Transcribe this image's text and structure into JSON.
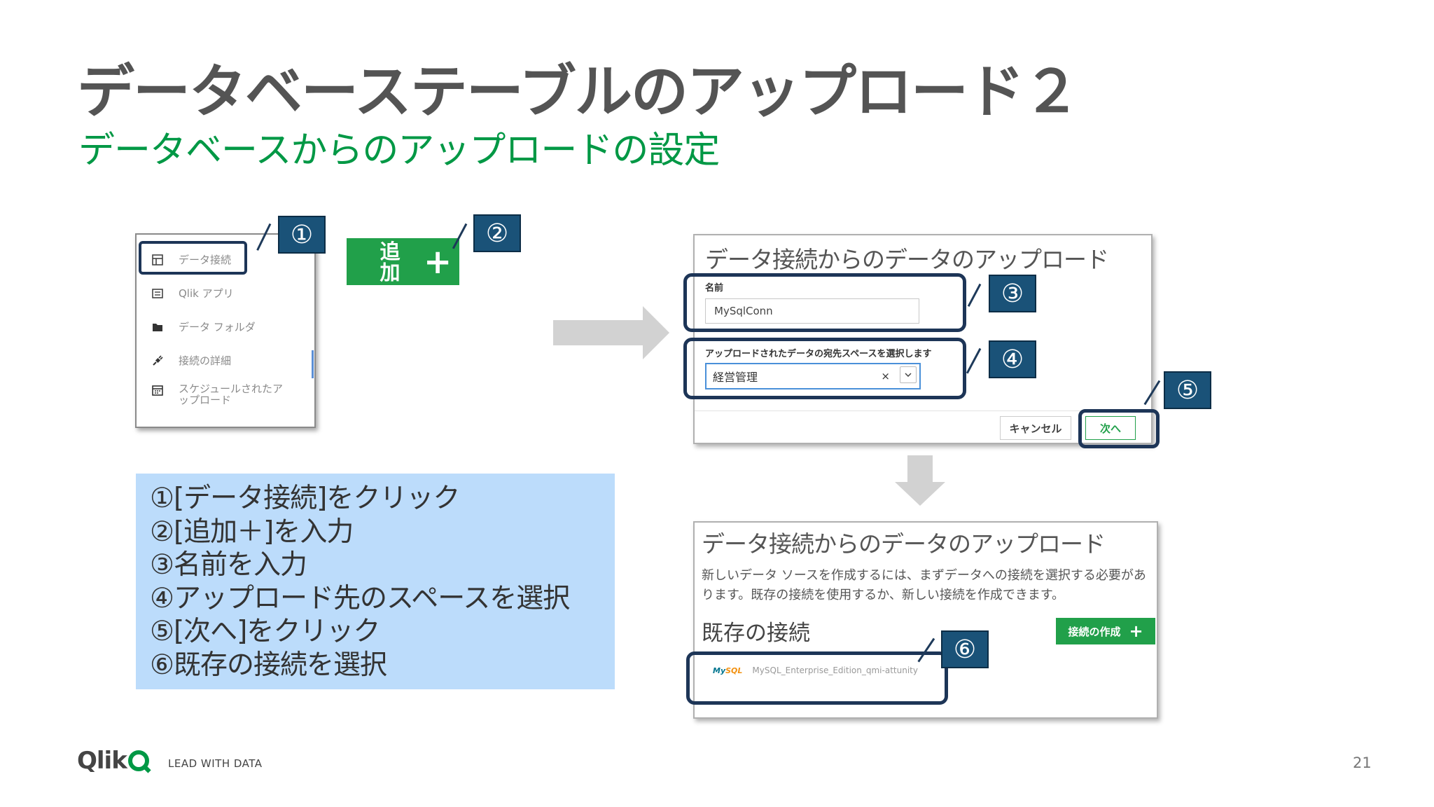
{
  "slide": {
    "title": "データベーステーブルのアップロード２",
    "subtitle": "データベースからのアップロードの設定",
    "page_number": "21"
  },
  "menu": {
    "items": [
      {
        "label": "データ接続",
        "icon": "table-icon"
      },
      {
        "label": "Qlik アプリ",
        "icon": "app-icon"
      },
      {
        "label": "データ フォルダ",
        "icon": "folder-icon"
      },
      {
        "label": "接続の詳細",
        "icon": "plug-icon"
      },
      {
        "label": "スケジュールされたアップロード",
        "icon": "calendar-icon"
      }
    ]
  },
  "add_button": {
    "label": "追加",
    "plus": "+"
  },
  "callouts": [
    "①",
    "②",
    "③",
    "④",
    "⑤",
    "⑥"
  ],
  "dialog1": {
    "title": "データ接続からのデータのアップロード",
    "name_label": "名前",
    "name_value": "MySqlConn",
    "space_label": "アップロードされたデータの宛先スペースを選択します",
    "space_value": "経営管理",
    "clear_symbol": "×",
    "cancel_label": "キャンセル",
    "next_label": "次へ"
  },
  "dialog2": {
    "title": "データ接続からのデータのアップロード",
    "description": "新しいデータ ソースを作成するには、まずデータへの接続を選択する必要があります。既存の接続を使用するか、新しい接続を作成できます。",
    "section_title": "既存の接続",
    "create_label": "接続の作成",
    "create_plus": "+",
    "connection_name": "MySQL_Enterprise_Edition_qmi-attunity"
  },
  "steps": [
    "①[データ接続]をクリック",
    "②[追加＋]を入力",
    "③名前を入力",
    "④アップロード先のスペースを選択",
    "⑤[次へ]をクリック",
    "⑥既存の接続を選択"
  ],
  "footer": {
    "logo_text": "Qlik",
    "tagline": "LEAD WITH DATA"
  },
  "colors": {
    "green": "#009845",
    "navy": "#1a5278",
    "highlight_border": "#1d3557",
    "steps_bg": "#bcdcfb"
  }
}
